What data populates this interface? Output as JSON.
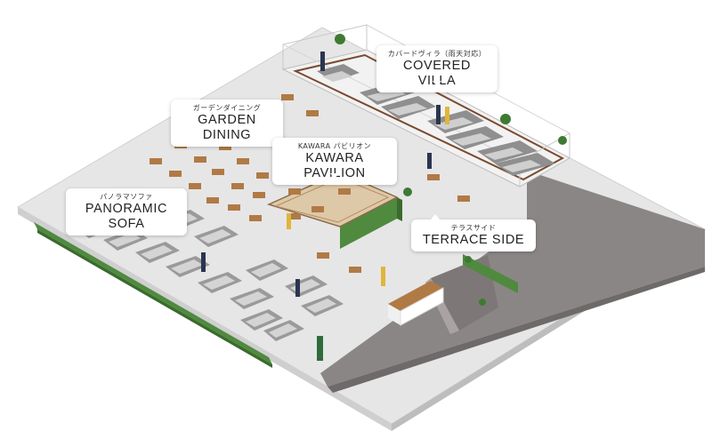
{
  "areas": [
    {
      "id": "covered-villa",
      "jp": "カバードヴィラ（雨天対応）",
      "en": "COVERED VILLA"
    },
    {
      "id": "garden-dining",
      "jp": "ガーデンダイニング",
      "en": "GARDEN DINING"
    },
    {
      "id": "kawara-pavilion",
      "jp": "KAWARA パビリオン",
      "en": "KAWARA PAVILION"
    },
    {
      "id": "panoramic-sofa",
      "jp": "パノラマソファ",
      "en": "PANORAMIC SOFA"
    },
    {
      "id": "terrace-side",
      "jp": "テラスサイド",
      "en": "TERRACE SIDE"
    }
  ],
  "colors": {
    "floor": "#e8e8e8",
    "floor_edge": "#d2d2d2",
    "path": "#8c8887",
    "path_edge": "#6e6a69",
    "hedge": "#4f8a3f",
    "sofa": "#9a9a9a",
    "sofa_light": "#cfcfcf",
    "table": "#b07a45",
    "glass": "#c8c8c8"
  }
}
